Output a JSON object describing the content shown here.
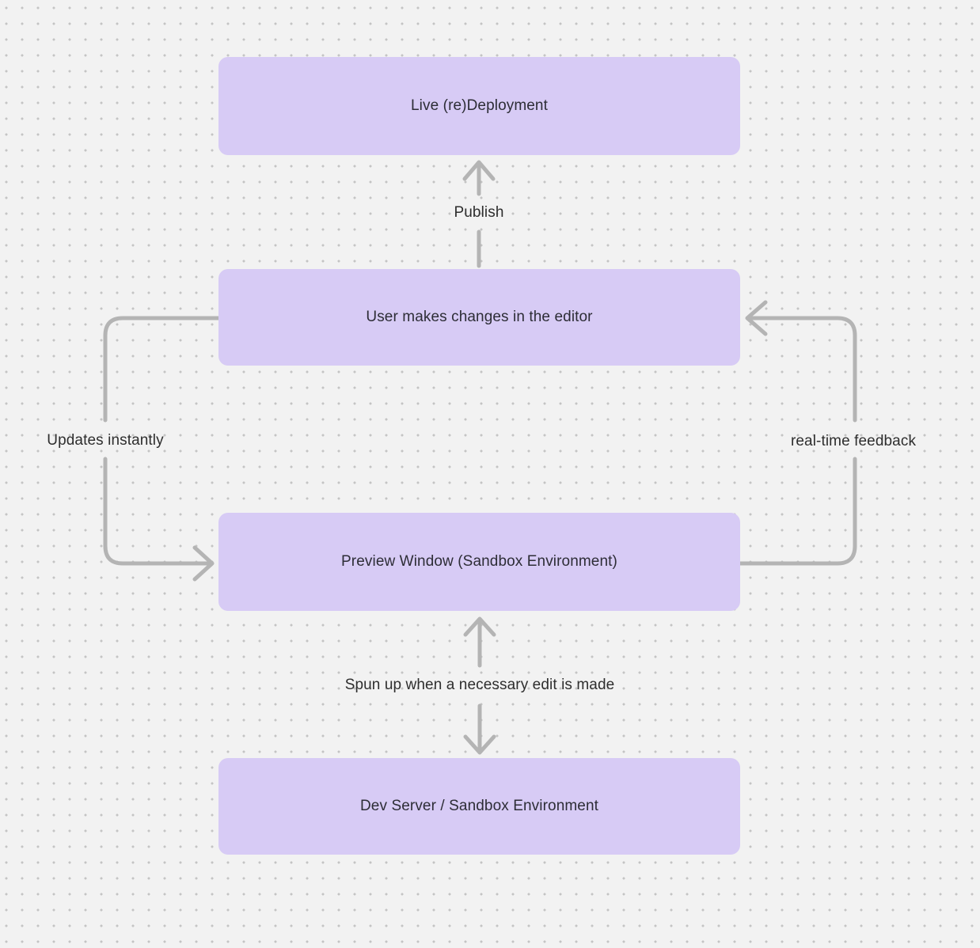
{
  "diagram": {
    "title": "",
    "nodes": [
      {
        "id": "live-deployment",
        "label": "Live (re)Deployment"
      },
      {
        "id": "editor-changes",
        "label": "User makes changes in the editor"
      },
      {
        "id": "preview-window",
        "label": "Preview Window (Sandbox Environment)"
      },
      {
        "id": "dev-server",
        "label": "Dev Server / Sandbox Environment"
      }
    ],
    "edges": [
      {
        "label": "Publish",
        "from": "editor-changes",
        "to": "live-deployment",
        "direction": "up"
      },
      {
        "label": "Updates instantly",
        "from": "editor-changes",
        "to": "preview-window",
        "direction": "left-loop"
      },
      {
        "label": "real-time feedback",
        "from": "preview-window",
        "to": "editor-changes",
        "direction": "right-loop"
      },
      {
        "label": "Spun up when a necessary edit is made",
        "from": "preview-window",
        "to": "dev-server",
        "direction": "both"
      }
    ],
    "colors": {
      "background": "#f2f2f2",
      "grid_dot": "#c4c4c4",
      "node_fill": "#d7cbf5",
      "node_text": "#2d2d36",
      "arrow": "#b4b4b4",
      "label_text": "#2e2e2e"
    }
  }
}
